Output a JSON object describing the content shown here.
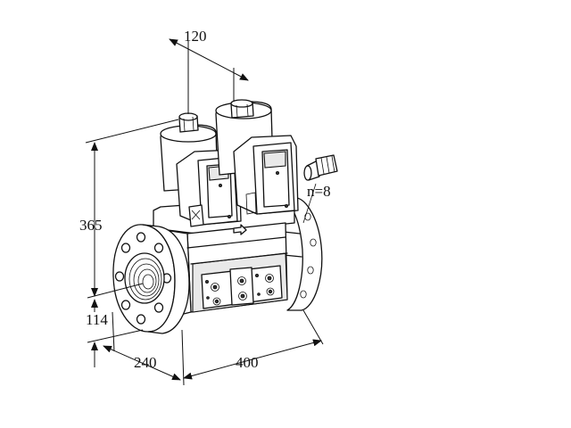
{
  "dimensions": {
    "top_width": "120",
    "height": "365",
    "axis_height": "114",
    "depth": "240",
    "length": "400"
  },
  "annotation": {
    "flange_holes": "n=8"
  }
}
